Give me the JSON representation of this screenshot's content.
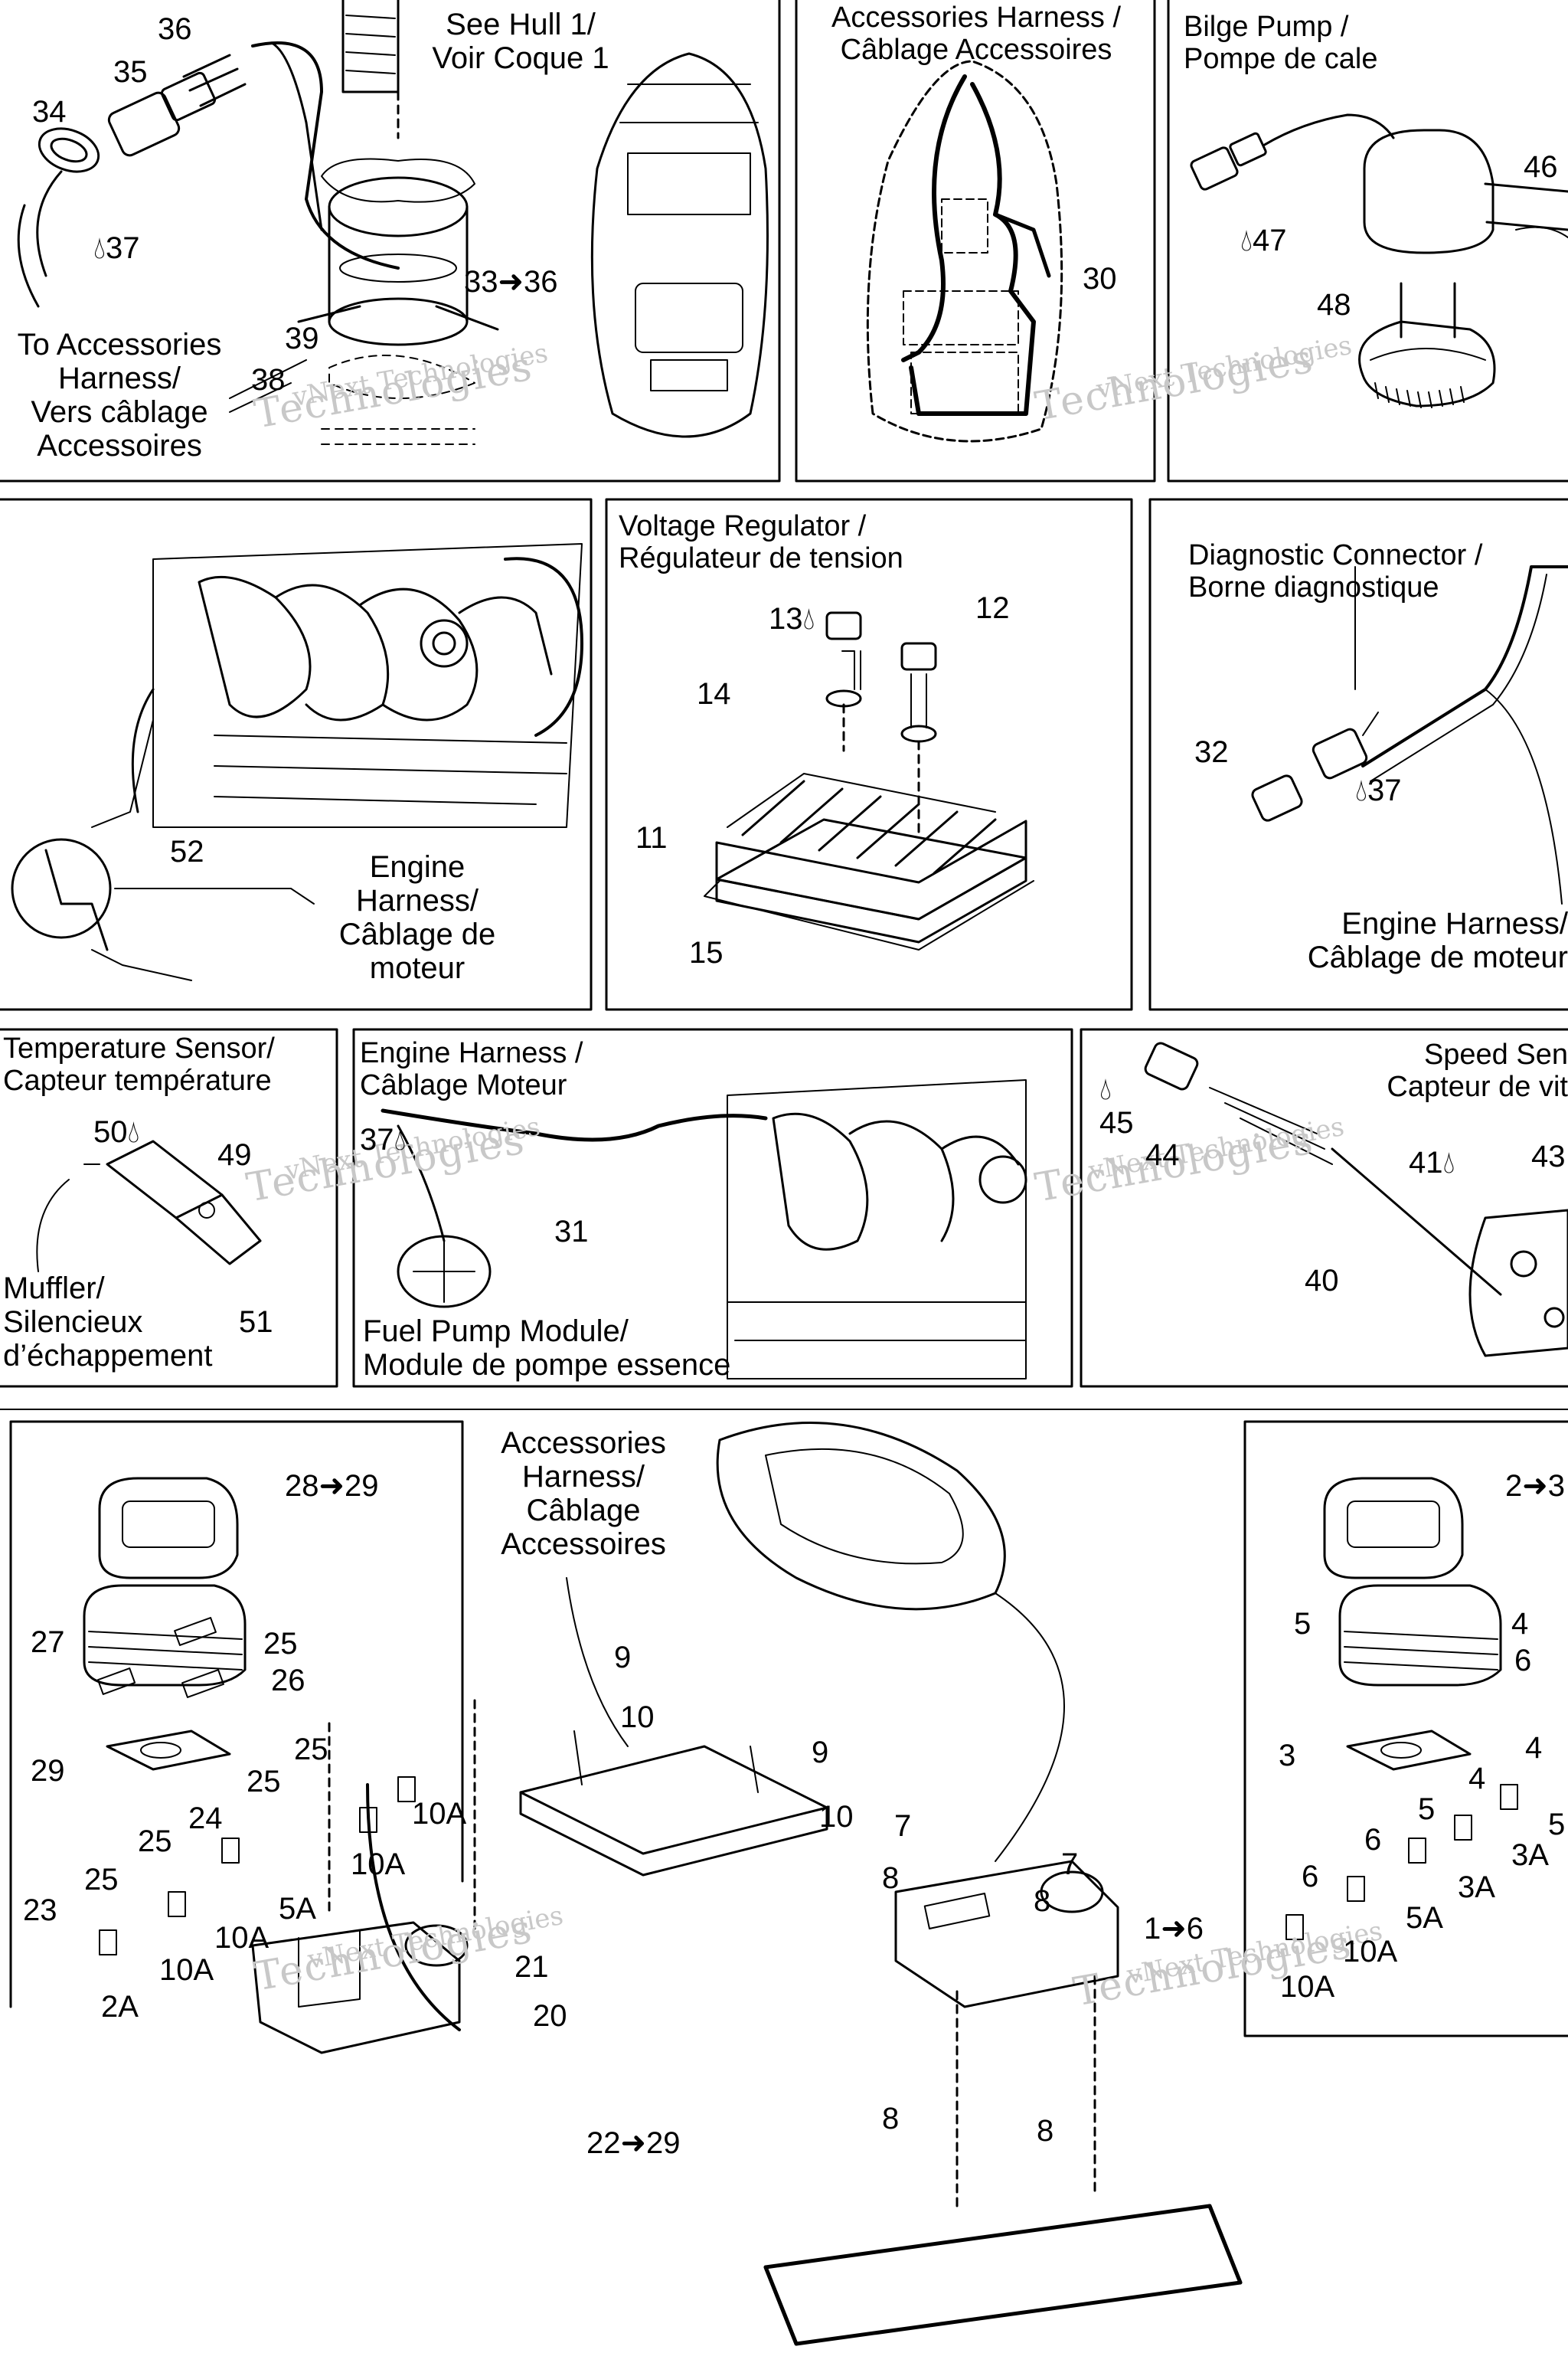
{
  "panels": {
    "hull_fuse": {
      "see_hull": [
        "See Hull 1/",
        "Voir Coque 1"
      ],
      "to_accessories": [
        "To Accessories",
        "Harness/",
        "Vers câblage",
        "Accessoires"
      ],
      "parts": {
        "p36a": "36",
        "p35": "35",
        "p34": "34",
        "p37": "37",
        "p33": "33",
        "p33to": "36",
        "p39": "39",
        "p38": "38"
      }
    },
    "accessories_harness": {
      "title": [
        "Accessories Harness /",
        "Câblage Accessoires"
      ],
      "parts": {
        "p30": "30"
      }
    },
    "bilge_pump": {
      "title": [
        "Bilge Pump /",
        "Pompe de cale"
      ],
      "parts": {
        "p46": "46",
        "p47": "47",
        "p48": "48"
      }
    },
    "engine_top": {
      "label": [
        "Engine",
        "Harness/",
        "Câblage de",
        "moteur"
      ],
      "parts": {
        "p52": "52"
      }
    },
    "voltage_regulator": {
      "title": [
        "Voltage Regulator /",
        "Régulateur de tension"
      ],
      "parts": {
        "p13": "13",
        "p12": "12",
        "p14": "14",
        "p11": "11",
        "p15": "15"
      }
    },
    "diagnostic": {
      "title": [
        "Diagnostic Connector /",
        "Borne diagnostique"
      ],
      "label": [
        "Engine Harness/",
        "Câblage de moteur"
      ],
      "parts": {
        "p32": "32",
        "p37": "37"
      }
    },
    "temperature": {
      "title": [
        "Temperature Sensor/",
        "Capteur température"
      ],
      "label": [
        "Muffler/",
        "Silencieux",
        "d’échappement"
      ],
      "parts": {
        "p50": "50",
        "p49": "49",
        "p51": "51"
      }
    },
    "engine_harness": {
      "title": [
        "Engine Harness /",
        "Câblage Moteur"
      ],
      "label": [
        "Fuel Pump Module/",
        "Module de pompe essence"
      ],
      "parts": {
        "p37": "37",
        "p31": "31"
      }
    },
    "speed_sensor": {
      "title": [
        "Speed Sen",
        "Capteur de vit"
      ],
      "parts": {
        "p45": "45",
        "p44": "44",
        "p41": "41",
        "p43": "43",
        "p40": "40"
      }
    },
    "fuse_left": {
      "parts": {
        "p28": "28",
        "p28to": "29",
        "p27": "27",
        "p25a": "25",
        "p26": "26",
        "p29": "29",
        "p25b": "25",
        "p25c": "25",
        "p24": "24",
        "p25d": "25",
        "p23": "23",
        "p21": "21",
        "p20": "20",
        "p22": "22",
        "p22to": "29"
      },
      "ratings": {
        "r10a": "10A",
        "r10b": "10A",
        "r5a": "5A",
        "r10c": "10A",
        "r10d": "10A",
        "r2a": "2A"
      }
    },
    "center": {
      "label": [
        "Accessories",
        "Harness/",
        "Câblage",
        "Accessoires"
      ],
      "parts": {
        "p9a": "9",
        "p10a": "10",
        "p9b": "9",
        "p10b": "10",
        "p7a": "7",
        "p8a": "8",
        "p7b": "7",
        "p8b": "8",
        "p1": "1",
        "p1to": "6",
        "p8c": "8",
        "p8d": "8"
      }
    },
    "fuse_right": {
      "parts": {
        "p2": "2",
        "p2to": "3",
        "p5a": "5",
        "p4a": "4",
        "p6a": "6",
        "p3": "3",
        "p4b": "4",
        "p4c": "4",
        "p5b": "5",
        "p6b": "6",
        "p6c": "6",
        "p5c": "5"
      },
      "ratings": {
        "r3a": "3A",
        "r3b": "3A",
        "r5a": "5A",
        "r10a": "10A",
        "r10b": "10A"
      }
    }
  },
  "watermark": {
    "line1": "vNext Technologies",
    "line2": "Technologies",
    "line3": "vNext"
  }
}
